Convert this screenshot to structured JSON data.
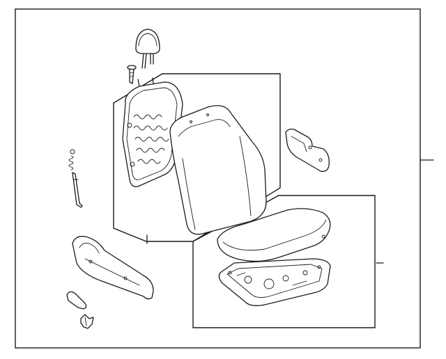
{
  "diagram": {
    "parts": [
      {
        "name": "headrest",
        "icon": "headrest-icon"
      },
      {
        "name": "headrest-guide",
        "icon": "headrest-guide-icon"
      },
      {
        "name": "seatback-frame",
        "icon": "seatback-frame-icon"
      },
      {
        "name": "seatback-cushion",
        "icon": "seatback-cushion-icon"
      },
      {
        "name": "side-cover",
        "icon": "side-cover-icon"
      },
      {
        "name": "recliner-spring",
        "icon": "spring-icon"
      },
      {
        "name": "seat-cushion",
        "icon": "seat-cushion-icon"
      },
      {
        "name": "seat-frame",
        "icon": "seat-frame-icon"
      },
      {
        "name": "side-shield",
        "icon": "side-shield-icon"
      },
      {
        "name": "lever-knob",
        "icon": "knob-icon"
      },
      {
        "name": "clip",
        "icon": "clip-icon"
      }
    ],
    "colors": {
      "line": "#1a1a1a",
      "background": "#ffffff"
    }
  }
}
